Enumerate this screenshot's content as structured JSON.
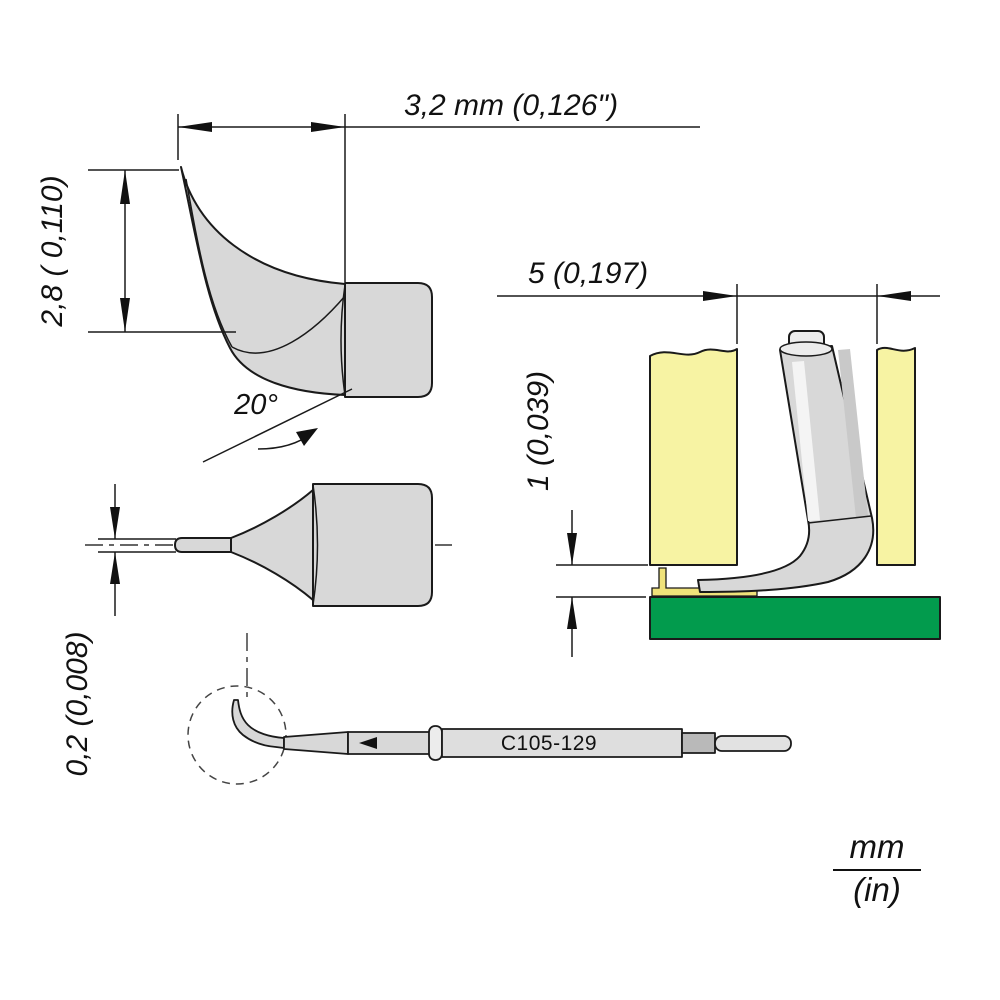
{
  "views": {
    "side": {
      "width_label": "3,2 mm (0,126\")",
      "height_label": "2,8 ( 0,110)",
      "angle_label": "20°"
    },
    "front": {
      "thickness_label": "0,2 (0,008)"
    },
    "application": {
      "gap_label": "5 (0,197)",
      "standoff_label": "1 (0,039)"
    },
    "cartridge": {
      "part_number": "C105-129"
    }
  },
  "legend": {
    "unit_primary": "mm",
    "unit_secondary": "(in)"
  },
  "colors": {
    "component_yellow": "#F7F3A3",
    "pcb_green": "#029B4D",
    "metal_gray": "#D8D8D8",
    "metal_light": "#ECECEC",
    "metal_dark": "#B9B9B9",
    "lead_gold": "#EFE27A"
  }
}
